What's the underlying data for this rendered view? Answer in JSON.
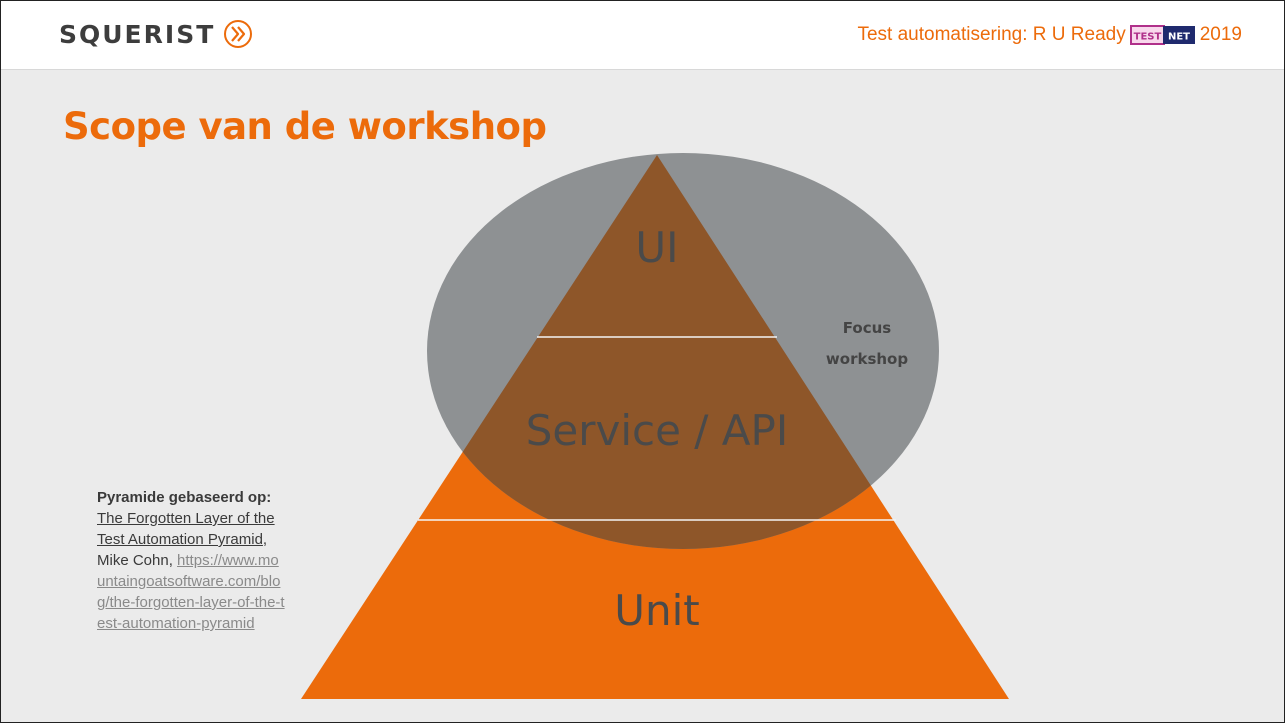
{
  "header": {
    "logo_text": "SQUERIST",
    "event_title_prefix": "Test automatisering: R U Ready",
    "badge_left": "TEST",
    "badge_right": "NET",
    "event_year": "2019"
  },
  "slide": {
    "title": "Scope van de workshop"
  },
  "diagram": {
    "layers": [
      {
        "label": "UI"
      },
      {
        "label": "Service / API"
      },
      {
        "label": "Unit"
      }
    ],
    "focus_label_line1": "Focus",
    "focus_label_line2": "workshop"
  },
  "source": {
    "heading": "Pyramide gebaseerd op:",
    "article_title": "The Forgotten Layer of the Test Automation Pyramid",
    "author": ", Mike Cohn,",
    "url": "https://www.mountaingoatsoftware.com/blog/the-forgotten-layer-of-the-test-automation-pyramid"
  },
  "colors": {
    "accent": "#ec6b0b",
    "ellipse": "#8a8a8a",
    "overlap": "#8e5629",
    "background": "#ebebeb"
  }
}
